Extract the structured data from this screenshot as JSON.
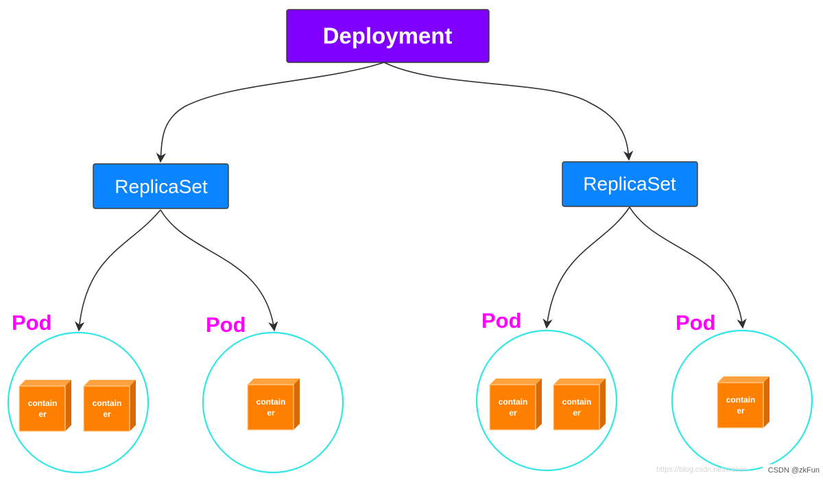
{
  "colors": {
    "deployment": "#7f00ff",
    "replicaset": "#0a84ff",
    "pod_label": "#ff00ff",
    "pod_ring": "#33e6e6",
    "container_front": "#ff8000",
    "container_side": "#d96a00",
    "container_top": "#ffa23d",
    "container_border": "#ffd29c"
  },
  "deployment": {
    "label": "Deployment"
  },
  "replicasets": [
    {
      "label": "ReplicaSet",
      "pods": [
        {
          "label": "Pod",
          "containers": [
            [
              "contain",
              "er"
            ],
            [
              "contain",
              "er"
            ]
          ]
        },
        {
          "label": "Pod",
          "containers": [
            [
              "contain",
              "er"
            ]
          ]
        }
      ]
    },
    {
      "label": "ReplicaSet",
      "pods": [
        {
          "label": "Pod",
          "containers": [
            [
              "contain",
              "er"
            ],
            [
              "contain",
              "er"
            ]
          ]
        },
        {
          "label": "Pod",
          "containers": [
            [
              "contain",
              "er"
            ]
          ]
        }
      ]
    }
  ],
  "watermark": {
    "faint": "https://blog.csdn.net/weixin",
    "credit": "CSDN @zkFun"
  }
}
